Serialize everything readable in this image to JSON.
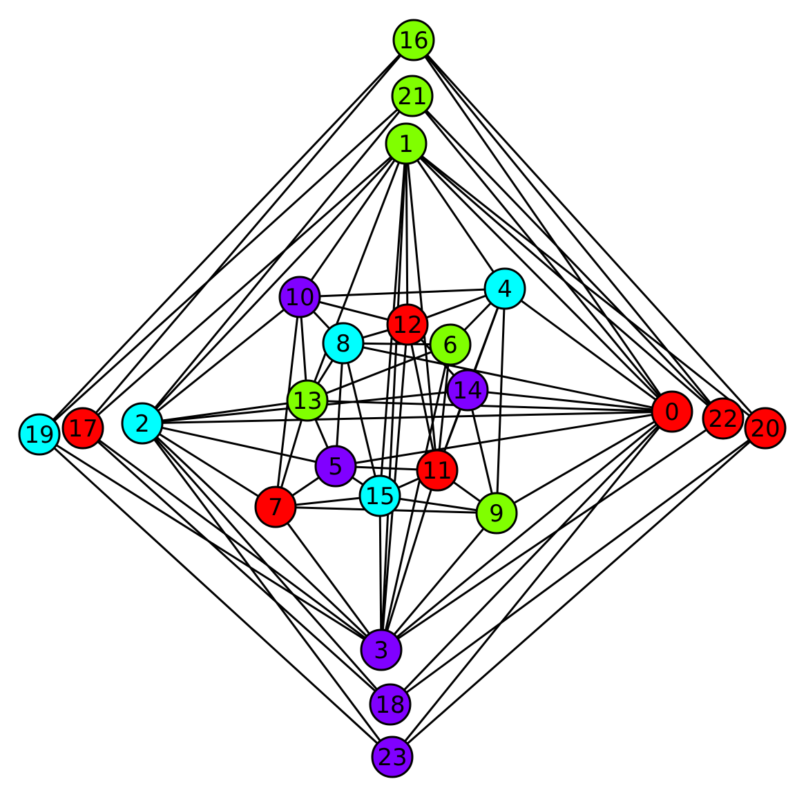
{
  "colors": {
    "red": "#ff0000",
    "green": "#80ff00",
    "cyan": "#00ffff",
    "purple": "#8000ff"
  },
  "nodes": [
    {
      "id": "0",
      "label": "0",
      "color": "red"
    },
    {
      "id": "1",
      "label": "1",
      "color": "green"
    },
    {
      "id": "2",
      "label": "2",
      "color": "cyan"
    },
    {
      "id": "3",
      "label": "3",
      "color": "purple"
    },
    {
      "id": "4",
      "label": "4",
      "color": "cyan"
    },
    {
      "id": "5",
      "label": "5",
      "color": "purple"
    },
    {
      "id": "6",
      "label": "6",
      "color": "green"
    },
    {
      "id": "7",
      "label": "7",
      "color": "red"
    },
    {
      "id": "8",
      "label": "8",
      "color": "cyan"
    },
    {
      "id": "9",
      "label": "9",
      "color": "green"
    },
    {
      "id": "10",
      "label": "10",
      "color": "purple"
    },
    {
      "id": "11",
      "label": "11",
      "color": "red"
    },
    {
      "id": "12",
      "label": "12",
      "color": "red"
    },
    {
      "id": "13",
      "label": "13",
      "color": "green"
    },
    {
      "id": "14",
      "label": "14",
      "color": "purple"
    },
    {
      "id": "15",
      "label": "15",
      "color": "cyan"
    },
    {
      "id": "16",
      "label": "16",
      "color": "green"
    },
    {
      "id": "17",
      "label": "17",
      "color": "red"
    },
    {
      "id": "18",
      "label": "18",
      "color": "purple"
    },
    {
      "id": "19",
      "label": "19",
      "color": "cyan"
    },
    {
      "id": "20",
      "label": "20",
      "color": "red"
    },
    {
      "id": "21",
      "label": "21",
      "color": "green"
    },
    {
      "id": "22",
      "label": "22",
      "color": "red"
    },
    {
      "id": "23",
      "label": "23",
      "color": "purple"
    }
  ],
  "edges": [
    [
      "16",
      "19"
    ],
    [
      "16",
      "17"
    ],
    [
      "16",
      "0"
    ],
    [
      "16",
      "22"
    ],
    [
      "16",
      "20"
    ],
    [
      "21",
      "19"
    ],
    [
      "21",
      "2"
    ],
    [
      "21",
      "0"
    ],
    [
      "21",
      "22"
    ],
    [
      "1",
      "17"
    ],
    [
      "1",
      "2"
    ],
    [
      "1",
      "10"
    ],
    [
      "1",
      "13"
    ],
    [
      "1",
      "15"
    ],
    [
      "1",
      "3"
    ],
    [
      "1",
      "12"
    ],
    [
      "1",
      "11"
    ],
    [
      "1",
      "4"
    ],
    [
      "1",
      "0"
    ],
    [
      "1",
      "22"
    ],
    [
      "1",
      "20"
    ],
    [
      "19",
      "3"
    ],
    [
      "19",
      "23"
    ],
    [
      "17",
      "3"
    ],
    [
      "17",
      "18"
    ],
    [
      "2",
      "10"
    ],
    [
      "2",
      "13"
    ],
    [
      "2",
      "14"
    ],
    [
      "2",
      "0"
    ],
    [
      "2",
      "5"
    ],
    [
      "2",
      "7"
    ],
    [
      "2",
      "3"
    ],
    [
      "2",
      "18"
    ],
    [
      "2",
      "23"
    ],
    [
      "10",
      "4"
    ],
    [
      "10",
      "12"
    ],
    [
      "10",
      "8"
    ],
    [
      "10",
      "13"
    ],
    [
      "10",
      "7"
    ],
    [
      "4",
      "12"
    ],
    [
      "4",
      "6"
    ],
    [
      "4",
      "14"
    ],
    [
      "4",
      "11"
    ],
    [
      "4",
      "9"
    ],
    [
      "4",
      "0"
    ],
    [
      "8",
      "12"
    ],
    [
      "8",
      "6"
    ],
    [
      "8",
      "13"
    ],
    [
      "8",
      "5"
    ],
    [
      "8",
      "0"
    ],
    [
      "8",
      "15"
    ],
    [
      "12",
      "14"
    ],
    [
      "12",
      "3"
    ],
    [
      "12",
      "11"
    ],
    [
      "6",
      "13"
    ],
    [
      "6",
      "11"
    ],
    [
      "13",
      "0"
    ],
    [
      "13",
      "7"
    ],
    [
      "13",
      "5"
    ],
    [
      "14",
      "0"
    ],
    [
      "14",
      "9"
    ],
    [
      "14",
      "11"
    ],
    [
      "5",
      "0"
    ],
    [
      "5",
      "11"
    ],
    [
      "5",
      "7"
    ],
    [
      "5",
      "15"
    ],
    [
      "11",
      "15"
    ],
    [
      "11",
      "9"
    ],
    [
      "11",
      "3"
    ],
    [
      "7",
      "15"
    ],
    [
      "7",
      "9"
    ],
    [
      "7",
      "3"
    ],
    [
      "15",
      "3"
    ],
    [
      "15",
      "9"
    ],
    [
      "9",
      "0"
    ],
    [
      "9",
      "3"
    ],
    [
      "0",
      "3"
    ],
    [
      "0",
      "18"
    ],
    [
      "0",
      "23"
    ],
    [
      "22",
      "3"
    ],
    [
      "20",
      "18"
    ],
    [
      "20",
      "23"
    ],
    [
      "6",
      "3"
    ]
  ]
}
